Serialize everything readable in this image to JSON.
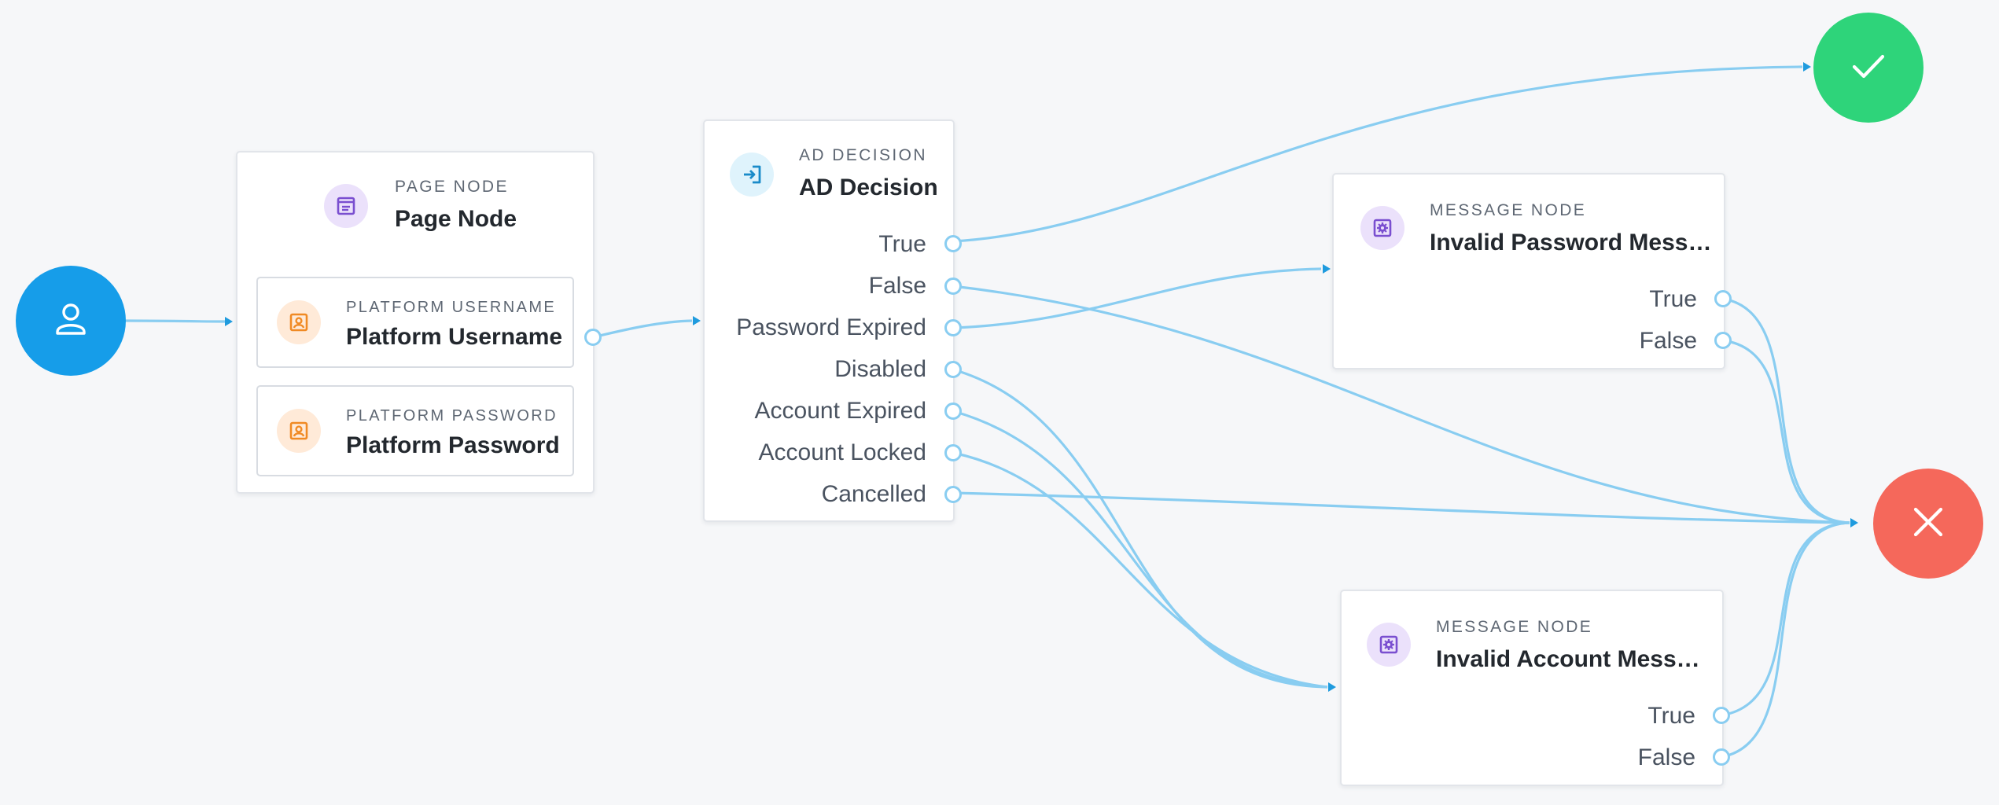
{
  "colors": {
    "background": "#f6f7f9",
    "edge": "#89cdf1",
    "arrow": "#1f9bde",
    "start": "#169de9",
    "success": "#2ed47a",
    "failure": "#f5685b",
    "purple_icon": "#7a4fd0",
    "blue_icon": "#1a8bc9",
    "orange_icon": "#f08a24"
  },
  "start": {
    "icon": "user-icon"
  },
  "success": {
    "icon": "check-icon"
  },
  "failure": {
    "icon": "x-icon"
  },
  "page_node": {
    "type": "PAGE NODE",
    "title": "Page Node",
    "icon": "page-icon",
    "children": [
      {
        "type": "PLATFORM USERNAME",
        "title": "Platform Username",
        "icon": "id-card-icon"
      },
      {
        "type": "PLATFORM PASSWORD",
        "title": "Platform Password",
        "icon": "id-card-icon"
      }
    ]
  },
  "ad_decision": {
    "type": "AD DECISION",
    "title": "AD Decision",
    "icon": "sign-in-icon",
    "outcomes": [
      "True",
      "False",
      "Password Expired",
      "Disabled",
      "Account Expired",
      "Account Locked",
      "Cancelled"
    ]
  },
  "invalid_password_node": {
    "type": "MESSAGE NODE",
    "title": "Invalid Password Messa...",
    "icon": "gear-icon",
    "outcomes": [
      "True",
      "False"
    ]
  },
  "invalid_account_node": {
    "type": "MESSAGE NODE",
    "title": "Invalid Account Message",
    "icon": "gear-icon",
    "outcomes": [
      "True",
      "False"
    ]
  }
}
